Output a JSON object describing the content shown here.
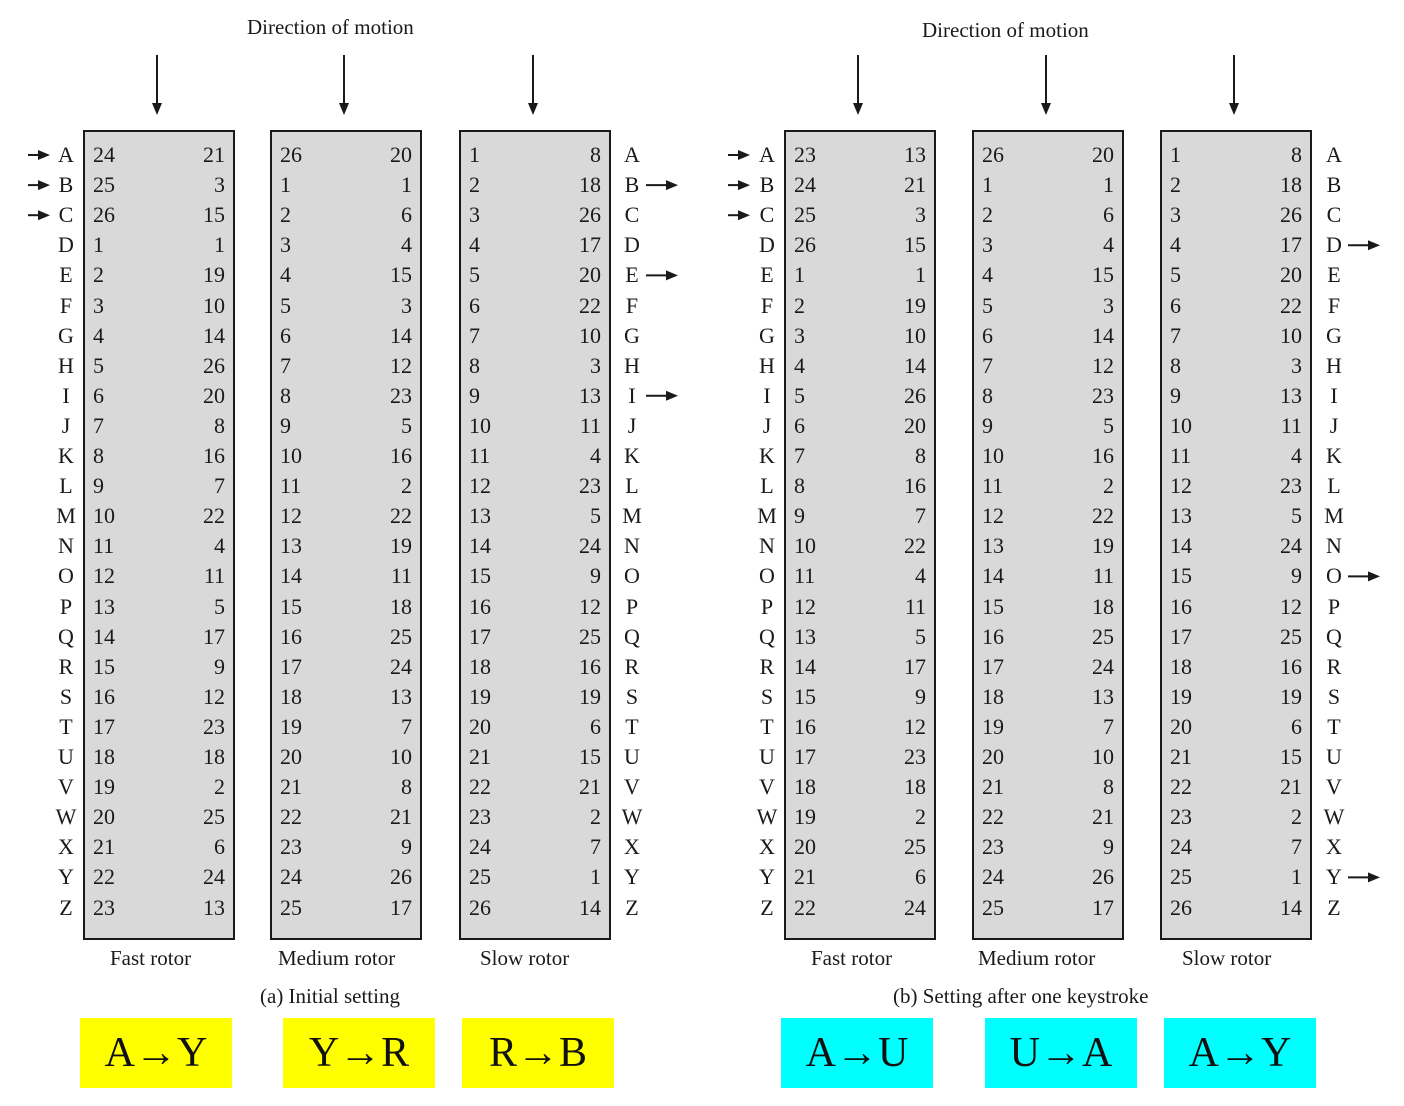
{
  "panels": [
    {
      "title": "Direction of motion",
      "caption": "(a) Initial setting",
      "letters": [
        "A",
        "B",
        "C",
        "D",
        "E",
        "F",
        "G",
        "H",
        "I",
        "J",
        "K",
        "L",
        "M",
        "N",
        "O",
        "P",
        "Q",
        "R",
        "S",
        "T",
        "U",
        "V",
        "W",
        "X",
        "Y",
        "Z"
      ],
      "input_letters": [
        "A",
        "B",
        "C"
      ],
      "output_letters": [
        "B",
        "E",
        "I"
      ],
      "rotors": [
        {
          "name": "Fast rotor",
          "left": [
            24,
            25,
            26,
            1,
            2,
            3,
            4,
            5,
            6,
            7,
            8,
            9,
            10,
            11,
            12,
            13,
            14,
            15,
            16,
            17,
            18,
            19,
            20,
            21,
            22,
            23
          ],
          "right": [
            21,
            3,
            15,
            1,
            19,
            10,
            14,
            26,
            20,
            8,
            16,
            7,
            22,
            4,
            11,
            5,
            17,
            9,
            12,
            23,
            18,
            2,
            25,
            6,
            24,
            13
          ]
        },
        {
          "name": "Medium rotor",
          "left": [
            26,
            1,
            2,
            3,
            4,
            5,
            6,
            7,
            8,
            9,
            10,
            11,
            12,
            13,
            14,
            15,
            16,
            17,
            18,
            19,
            20,
            21,
            22,
            23,
            24,
            25
          ],
          "right": [
            20,
            1,
            6,
            4,
            15,
            3,
            14,
            12,
            23,
            5,
            16,
            2,
            22,
            19,
            11,
            18,
            25,
            24,
            13,
            7,
            10,
            8,
            21,
            9,
            26,
            17
          ]
        },
        {
          "name": "Slow rotor",
          "left": [
            1,
            2,
            3,
            4,
            5,
            6,
            7,
            8,
            9,
            10,
            11,
            12,
            13,
            14,
            15,
            16,
            17,
            18,
            19,
            20,
            21,
            22,
            23,
            24,
            25,
            26
          ],
          "right": [
            8,
            18,
            26,
            17,
            20,
            22,
            10,
            3,
            13,
            11,
            4,
            23,
            5,
            24,
            9,
            12,
            25,
            16,
            19,
            6,
            15,
            21,
            2,
            7,
            1,
            14
          ]
        }
      ],
      "mappings": [
        {
          "label": "A→Y",
          "color": "#ffff00"
        },
        {
          "label": "Y→R",
          "color": "#ffff00"
        },
        {
          "label": "R→B",
          "color": "#ffff00"
        }
      ]
    },
    {
      "title": "Direction of motion",
      "caption": "(b) Setting after one keystroke",
      "letters": [
        "A",
        "B",
        "C",
        "D",
        "E",
        "F",
        "G",
        "H",
        "I",
        "J",
        "K",
        "L",
        "M",
        "N",
        "O",
        "P",
        "Q",
        "R",
        "S",
        "T",
        "U",
        "V",
        "W",
        "X",
        "Y",
        "Z"
      ],
      "input_letters": [
        "A",
        "B",
        "C"
      ],
      "output_letters": [
        "D",
        "O",
        "Y"
      ],
      "rotors": [
        {
          "name": "Fast rotor",
          "left": [
            23,
            24,
            25,
            26,
            1,
            2,
            3,
            4,
            5,
            6,
            7,
            8,
            9,
            10,
            11,
            12,
            13,
            14,
            15,
            16,
            17,
            18,
            19,
            20,
            21,
            22
          ],
          "right": [
            13,
            21,
            3,
            15,
            1,
            19,
            10,
            14,
            26,
            20,
            8,
            16,
            7,
            22,
            4,
            11,
            5,
            17,
            9,
            12,
            23,
            18,
            2,
            25,
            6,
            24
          ]
        },
        {
          "name": "Medium rotor",
          "left": [
            26,
            1,
            2,
            3,
            4,
            5,
            6,
            7,
            8,
            9,
            10,
            11,
            12,
            13,
            14,
            15,
            16,
            17,
            18,
            19,
            20,
            21,
            22,
            23,
            24,
            25
          ],
          "right": [
            20,
            1,
            6,
            4,
            15,
            3,
            14,
            12,
            23,
            5,
            16,
            2,
            22,
            19,
            11,
            18,
            25,
            24,
            13,
            7,
            10,
            8,
            21,
            9,
            26,
            17
          ]
        },
        {
          "name": "Slow rotor",
          "left": [
            1,
            2,
            3,
            4,
            5,
            6,
            7,
            8,
            9,
            10,
            11,
            12,
            13,
            14,
            15,
            16,
            17,
            18,
            19,
            20,
            21,
            22,
            23,
            24,
            25,
            26
          ],
          "right": [
            8,
            18,
            26,
            17,
            20,
            22,
            10,
            3,
            13,
            11,
            4,
            23,
            5,
            24,
            9,
            12,
            25,
            16,
            19,
            6,
            15,
            21,
            2,
            7,
            1,
            14
          ]
        }
      ],
      "mappings": [
        {
          "label": "A→U",
          "color": "#00ffff"
        },
        {
          "label": "U→A",
          "color": "#00ffff"
        },
        {
          "label": "A→Y",
          "color": "#00ffff"
        }
      ]
    }
  ],
  "colors": {
    "rotor_fill": "#d9d9d9",
    "ink": "#1a1a1a"
  }
}
